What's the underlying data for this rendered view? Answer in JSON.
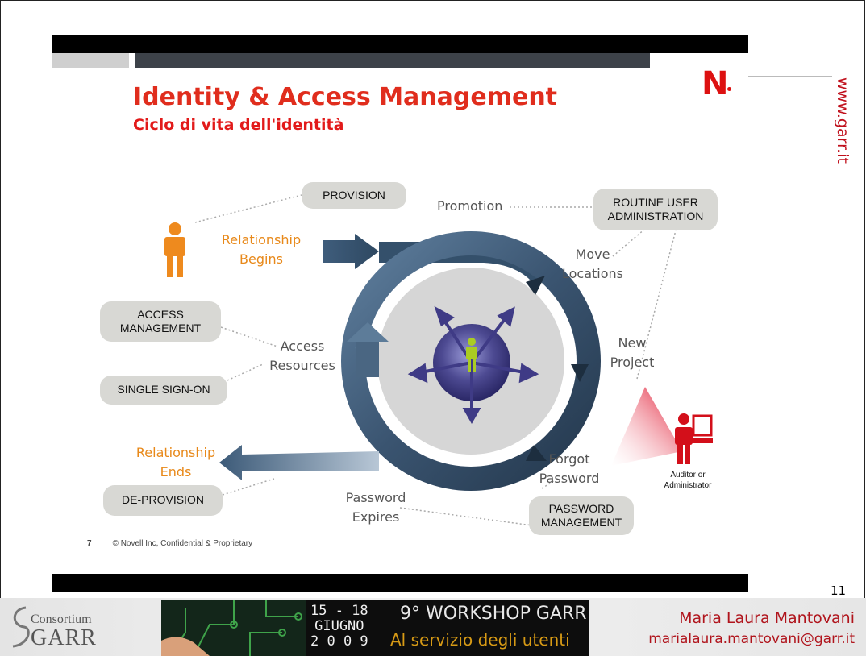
{
  "slide": {
    "title": "Identity & Access Management",
    "subtitle": "Ciclo di vita dell'identità",
    "website": "www.garr.it",
    "logo_letter": "N",
    "slide_number": "7",
    "copyright": "© Novell Inc, Confidential & Proprietary",
    "page_number": "11"
  },
  "diagram": {
    "nodes": {
      "provision": "PROVISION",
      "routine_line1": "ROUTINE USER",
      "routine_line2": "ADMINISTRATION",
      "access_line1": "ACCESS",
      "access_line2": "MANAGEMENT",
      "sso": "SINGLE SIGN-ON",
      "deprovision": "DE-PROVISION",
      "password_line1": "PASSWORD",
      "password_line2": "MANAGEMENT"
    },
    "labels": {
      "rel_begins_1": "Relationship",
      "rel_begins_2": "Begins",
      "promotion": "Promotion",
      "move_1": "Move",
      "move_2": "Locations",
      "access_res_1": "Access",
      "access_res_2": "Resources",
      "new_project_1": "New",
      "new_project_2": "Project",
      "rel_ends_1": "Relationship",
      "rel_ends_2": "Ends",
      "forgot_1": "Forgot",
      "forgot_2": "Password",
      "expires_1": "Password",
      "expires_2": "Expires",
      "auditor_1": "Auditor or",
      "auditor_2": "Administrator"
    },
    "colors": {
      "orange_label": "#e8891a",
      "ring": "#3e5872",
      "node_fill": "#d8d8d4",
      "title_red": "#e02d1d"
    }
  },
  "footer": {
    "consortium": "Consortium",
    "garr": "GARR",
    "dates_1": "15 - 18",
    "dates_2": "GIUGNO",
    "dates_3": "2 0 0 9",
    "workshop": "9° WORKSHOP GARR",
    "tagline": "Al servizio degli utenti",
    "author": "Maria Laura Mantovani",
    "email": "marialaura.mantovani@garr.it"
  }
}
